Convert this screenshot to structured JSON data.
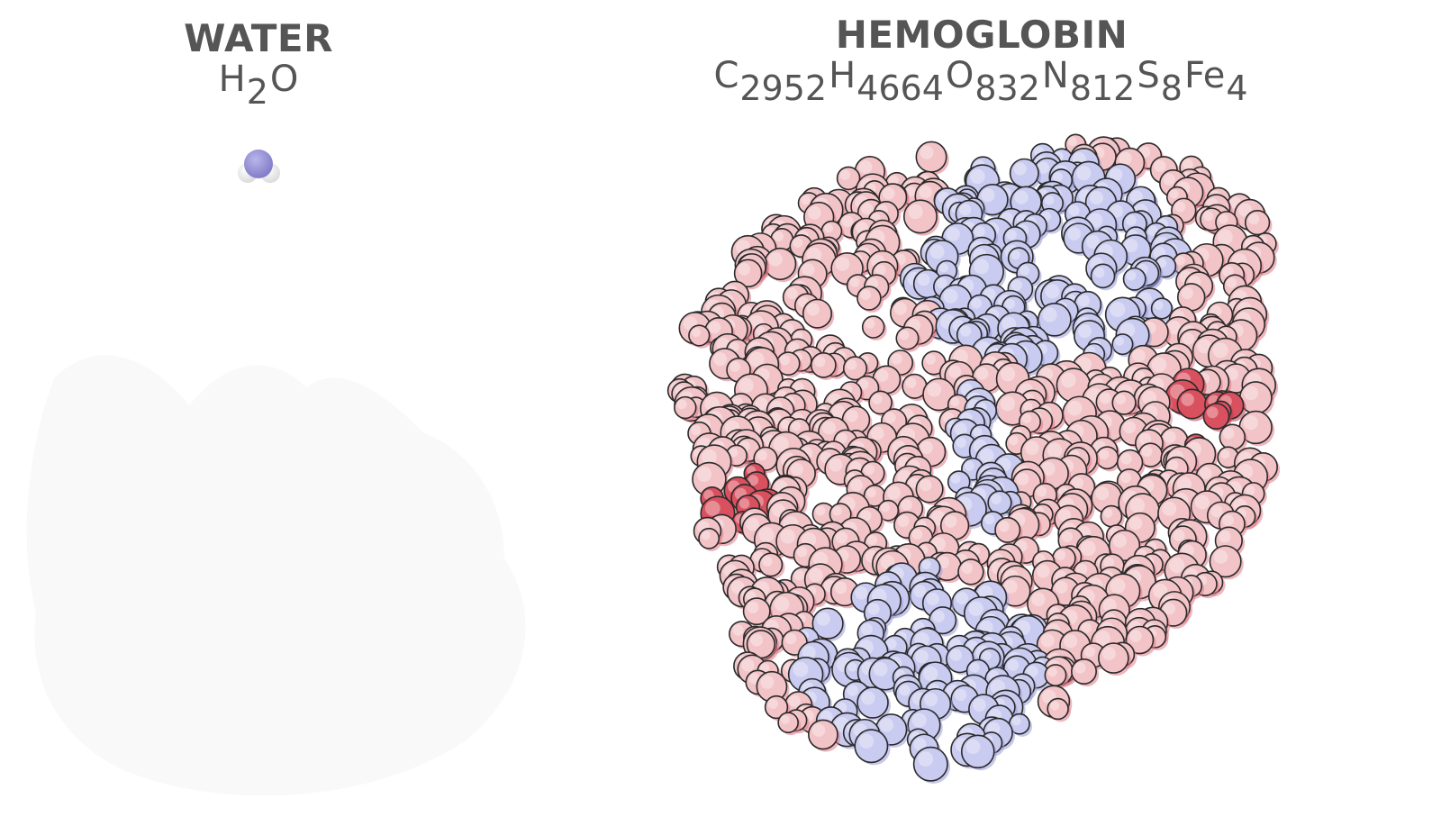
{
  "water": {
    "name": "WATER",
    "formula": [
      {
        "element": "H",
        "count": "2"
      },
      {
        "element": "O",
        "count": ""
      }
    ]
  },
  "hemoglobin": {
    "name": "HEMOGLOBIN",
    "formula": [
      {
        "element": "C",
        "count": "2952"
      },
      {
        "element": "H",
        "count": "4664"
      },
      {
        "element": "O",
        "count": "832"
      },
      {
        "element": "N",
        "count": "812"
      },
      {
        "element": "S",
        "count": "8"
      },
      {
        "element": "Fe",
        "count": "4"
      }
    ]
  },
  "colors": {
    "text": "#555555",
    "pink_atom": "#f2c4c8",
    "pink_dark": "#e07a86",
    "heme_red": "#d9505f",
    "blue_atom": "#c9cbf0",
    "blue_dark": "#9a9dd8",
    "oxygen_purple": "#8f8ad0",
    "hydrogen_white": "#f0f0f0",
    "outline": "#2a2a2a"
  }
}
